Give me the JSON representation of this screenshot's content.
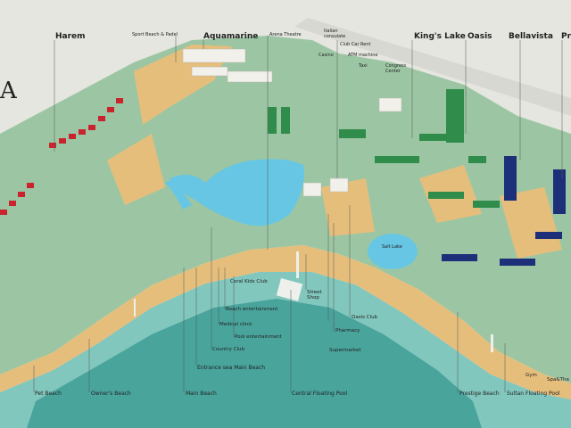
{
  "map": {
    "title_fragment": "A",
    "zones": [
      "Harem",
      "Aquamarine",
      "King's Lake",
      "Oasis",
      "Bellavista",
      "Pre"
    ],
    "top_labels": {
      "sport_beach": "Sport Beach & Padel",
      "arena": "Arena Theatre",
      "italian": "Italian consulate",
      "club_car": "Club Car Rent",
      "casino": "Casino",
      "atm": "ATM machine",
      "taxi": "Taxi",
      "congress": "Congress Center"
    },
    "lake_label": "Salt Lake",
    "sea_labels": {
      "coral": "Coral Kids Club",
      "street": "Street Shop",
      "beach_ent": "Beach entertainment",
      "medical": "Medical clinic",
      "pool_ent": "Pool entertainment",
      "country": "Country Club",
      "entrance": "Entrance sea Main Beach",
      "oasis_club": "Oasis Club",
      "pharmacy": "Pharmacy",
      "supermarket": "Supermarket",
      "gym": "Gym",
      "spa": "Spa&Tha"
    },
    "bottom_labels": {
      "pet": "Pet Beach",
      "owner": "Owner's Beach",
      "main": "Main Beach",
      "central": "Central Floating Pool",
      "prestige": "Prestige Beach",
      "sultan": "Sultan Floating Pool"
    },
    "colors": {
      "land": "#9cc6a3",
      "sand": "#e6be7c",
      "sea_shallow": "#82c7bd",
      "sea_deep": "#3f9d96",
      "pool": "#67c6e3",
      "harem_roofs": "#c9242e",
      "kings_lake_roofs": "#2f8c4a",
      "bellavista_roofs": "#1e2f7a"
    }
  }
}
